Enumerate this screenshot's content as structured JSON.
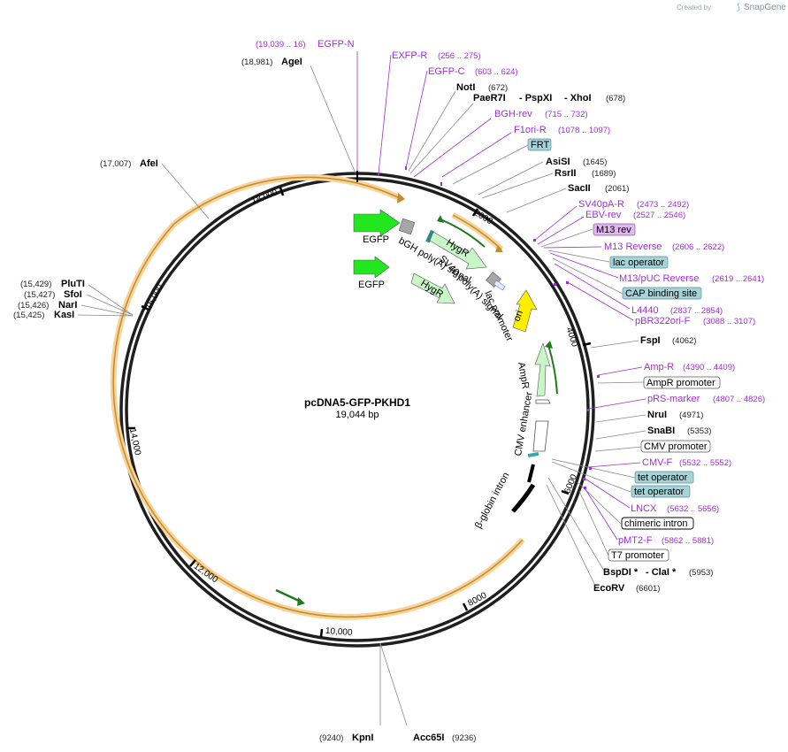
{
  "credit": {
    "prefix": "Created by",
    "brand": "SnapGene"
  },
  "center": {
    "name": "pcDNA5-GFP-PKHD1",
    "length": "19,044 bp"
  },
  "ring_ticks": [
    "2000",
    "4000",
    "6000",
    "8000",
    "10,000",
    "12,000",
    "14,000",
    "16,000",
    "18,000"
  ],
  "enzymes": {
    "agei": {
      "name": "AgeI",
      "pos": "(18,981)"
    },
    "afei": {
      "name": "AfeI",
      "pos": "(17,007)"
    },
    "pluti": {
      "name": "PluTI",
      "pos": "(15,429)"
    },
    "sfoi": {
      "name": "SfoI",
      "pos": "(15,427)"
    },
    "nari": {
      "name": "NarI",
      "pos": "(15,426)"
    },
    "kasi": {
      "name": "KasI",
      "pos": "(15,425)"
    },
    "noti": {
      "name": "NotI",
      "pos": "(672)"
    },
    "paer7i": {
      "name": "PaeR7I",
      "sep1": "- PspXI",
      "sep2": "- XhoI",
      "pos": "(678)"
    },
    "asisi": {
      "name": "AsiSI",
      "pos": "(1645)"
    },
    "rsrii": {
      "name": "RsrII",
      "pos": "(1689)"
    },
    "sacii": {
      "name": "SacII",
      "pos": "(2061)"
    },
    "fspi": {
      "name": "FspI",
      "pos": "(4062)"
    },
    "nrui": {
      "name": "NruI",
      "pos": "(4971)"
    },
    "snabi": {
      "name": "SnaBI",
      "pos": "(5353)"
    },
    "bspdi": {
      "name": "BspDI *",
      "sep": "- ClaI *",
      "pos": "(5953)"
    },
    "ecorv": {
      "name": "EcoRV",
      "pos": "(6601)"
    },
    "kpni": {
      "name": "KpnI",
      "pos": "(9240)"
    },
    "acc65i": {
      "name": "Acc65I",
      "pos": "(9236)"
    }
  },
  "primers": {
    "egfpn": {
      "name": "EGFP-N",
      "pos": "(19,039 .. 16)"
    },
    "exfpr": {
      "name": "EXFP-R",
      "pos": "(256 .. 275)"
    },
    "egfpc": {
      "name": "EGFP-C",
      "pos": "(603 .. 624)"
    },
    "bghrev": {
      "name": "BGH-rev",
      "pos": "(715 .. 732)"
    },
    "f1orir": {
      "name": "F1ori-R",
      "pos": "(1078 .. 1097)"
    },
    "sv40par": {
      "name": "SV40pA-R",
      "pos": "(2473 .. 2492)"
    },
    "ebvrev": {
      "name": "EBV-rev",
      "pos": "(2527 .. 2546)"
    },
    "m13reverse": {
      "name": "M13 Reverse",
      "pos": "(2606 .. 2622)"
    },
    "m13puc": {
      "name": "M13/pUC Reverse",
      "pos": "(2619 .. 2641)"
    },
    "l4440": {
      "name": "L4440",
      "pos": "(2837 .. 2854)"
    },
    "pbr322": {
      "name": "pBR322ori-F",
      "pos": "(3088 .. 3107)"
    },
    "ampr": {
      "name": "Amp-R",
      "pos": "(4390 .. 4409)"
    },
    "prsmarker": {
      "name": "pRS-marker",
      "pos": "(4807 .. 4826)"
    },
    "cmvf": {
      "name": "CMV-F",
      "pos": "(5532 .. 5552)"
    },
    "lncx": {
      "name": "LNCX",
      "pos": "(5632 .. 5656)"
    },
    "pmt2f": {
      "name": "pMT2-F",
      "pos": "(5862 .. 5881)"
    }
  },
  "boxes": {
    "frt": "FRT",
    "m13rev": "M13 rev",
    "lacop": "lac operator",
    "cap": "CAP binding site",
    "amprprom": "AmpR promoter",
    "cmvprom": "CMV promoter",
    "tetop1": "tet operator",
    "tetop2": "tet operator",
    "chimeric": "chimeric intron",
    "t7": "T7 promoter"
  },
  "features": {
    "egfp1": "EGFP",
    "egfp2": "EGFP",
    "hygr1": "HygR",
    "hygr2": "HygR",
    "bgh": "bGH poly(A) signal",
    "sv40": "SV40 poly(A) signal",
    "lacprom": "lac promoter",
    "ori": "ori",
    "ampr": "AmpR",
    "cmvenh": "CMV enhancer",
    "betaglobin": "β-globin intron"
  },
  "colors": {
    "backbone": "#1f1f1f",
    "primer": "#9b2fd6",
    "egfp": "#22e61e",
    "hygr": "#c8f7c5",
    "ori": "#ffee00",
    "orf_highlight": "#f5c77e",
    "box_teal": "#a6d3d8",
    "box_pink": "#e2b6ef"
  }
}
